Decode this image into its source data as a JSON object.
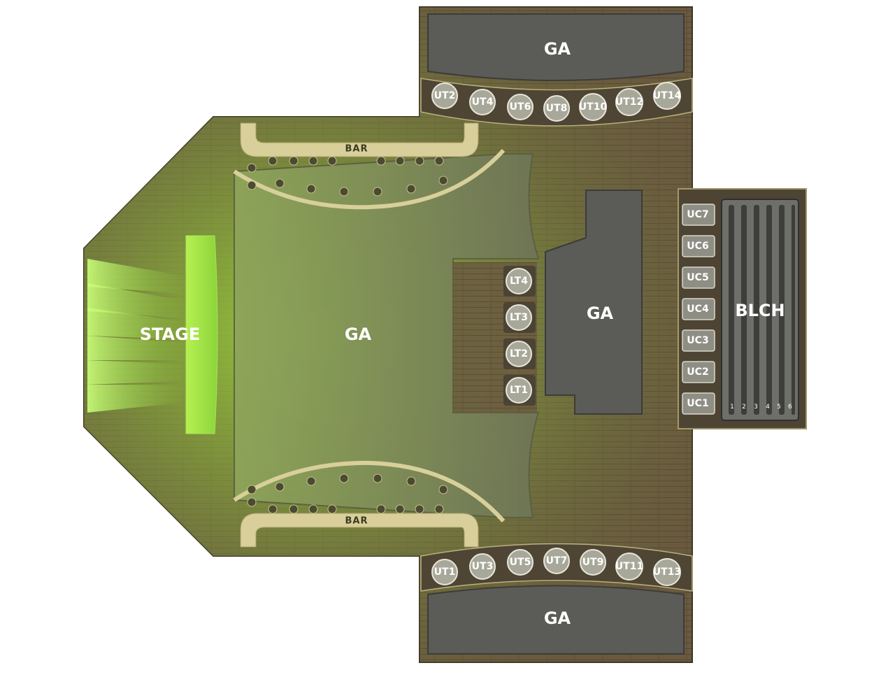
{
  "venue": {
    "stage": "STAGE",
    "bleachers": "BLCH",
    "bar_top": "BAR",
    "bar_bottom": "BAR"
  },
  "sections": {
    "ga_main": "GA",
    "ga_right": "GA",
    "ga_top": "GA",
    "ga_bottom": "GA"
  },
  "upper_tables_top": [
    "UT2",
    "UT4",
    "UT6",
    "UT8",
    "UT10",
    "UT12",
    "UT14"
  ],
  "upper_tables_bottom": [
    "UT1",
    "UT3",
    "UT5",
    "UT7",
    "UT9",
    "UT11",
    "UT13"
  ],
  "lower_tables": [
    "LT4",
    "LT3",
    "LT2",
    "LT1"
  ],
  "upper_couches": [
    "UC7",
    "UC6",
    "UC5",
    "UC4",
    "UC3",
    "UC2",
    "UC1"
  ],
  "bleacher_rows": [
    "1",
    "2",
    "3",
    "4",
    "5",
    "6"
  ],
  "colors": {
    "floor": "#6b5a40",
    "stage_glow": "#8fd63a",
    "section_fill": "#5a5a55",
    "ga_main_fill": "#7a8a55",
    "table_fill": "#a8a89a",
    "bar_fill": "#d8cf9a"
  }
}
